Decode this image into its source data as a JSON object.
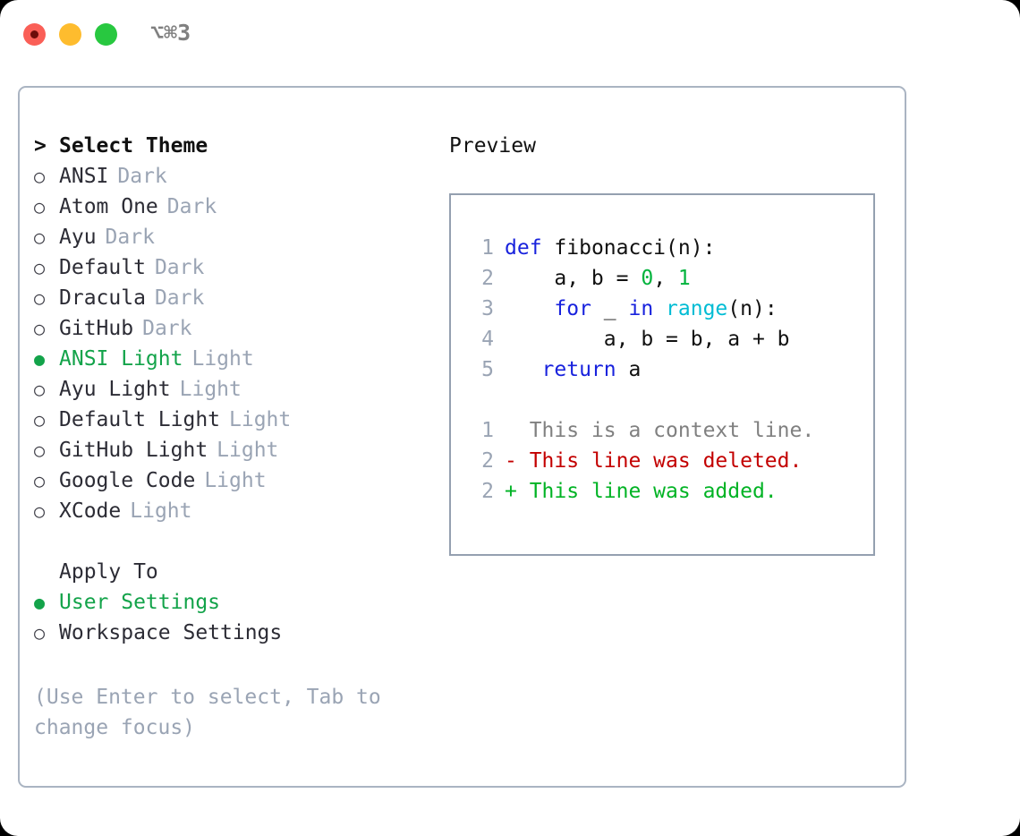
{
  "titlebar": {
    "shortcut": "⌥⌘3",
    "buttons": [
      {
        "name": "close",
        "color": "#fa5f57"
      },
      {
        "name": "minimize",
        "color": "#febc2e"
      },
      {
        "name": "maximize",
        "color": "#28c840"
      }
    ]
  },
  "theme_panel": {
    "header": {
      "marker": ">",
      "label": "Select Theme"
    },
    "items": [
      {
        "marker": "○",
        "label": "ANSI",
        "variant": "Dark",
        "selected": false
      },
      {
        "marker": "○",
        "label": "Atom One",
        "variant": "Dark",
        "selected": false
      },
      {
        "marker": "○",
        "label": "Ayu",
        "variant": "Dark",
        "selected": false
      },
      {
        "marker": "○",
        "label": "Default",
        "variant": "Dark",
        "selected": false
      },
      {
        "marker": "○",
        "label": "Dracula",
        "variant": "Dark",
        "selected": false
      },
      {
        "marker": "○",
        "label": "GitHub",
        "variant": "Dark",
        "selected": false
      },
      {
        "marker": "●",
        "label": "ANSI Light",
        "variant": "Light",
        "selected": true
      },
      {
        "marker": "○",
        "label": "Ayu Light",
        "variant": "Light",
        "selected": false
      },
      {
        "marker": "○",
        "label": "Default Light",
        "variant": "Light",
        "selected": false
      },
      {
        "marker": "○",
        "label": "GitHub Light",
        "variant": "Light",
        "selected": false
      },
      {
        "marker": "○",
        "label": "Google Code",
        "variant": "Light",
        "selected": false
      },
      {
        "marker": "○",
        "label": "XCode",
        "variant": "Light",
        "selected": false
      }
    ]
  },
  "apply_to": {
    "header": "Apply To",
    "options": [
      {
        "marker": "●",
        "label": "User Settings",
        "selected": true
      },
      {
        "marker": "○",
        "label": "Workspace Settings",
        "selected": false
      }
    ]
  },
  "hint": "(Use Enter to select, Tab to change focus)",
  "preview": {
    "title": "Preview",
    "code_lines": [
      {
        "number": "1",
        "tokens": [
          {
            "text": "def",
            "kind": "kw"
          },
          {
            "text": " ",
            "kind": "id"
          },
          {
            "text": "fibonacci(n):",
            "kind": "id"
          }
        ]
      },
      {
        "number": "2",
        "tokens": [
          {
            "text": "    a, b = ",
            "kind": "id"
          },
          {
            "text": "0",
            "kind": "num"
          },
          {
            "text": ", ",
            "kind": "id"
          },
          {
            "text": "1",
            "kind": "num"
          }
        ]
      },
      {
        "number": "3",
        "tokens": [
          {
            "text": "    ",
            "kind": "id"
          },
          {
            "text": "for",
            "kind": "kw"
          },
          {
            "text": " _ ",
            "kind": "id"
          },
          {
            "text": "in",
            "kind": "kw"
          },
          {
            "text": " ",
            "kind": "id"
          },
          {
            "text": "range",
            "kind": "fn"
          },
          {
            "text": "(n):",
            "kind": "id"
          }
        ]
      },
      {
        "number": "4",
        "tokens": [
          {
            "text": "        a, b = b, a + b",
            "kind": "id"
          }
        ]
      },
      {
        "number": "5",
        "tokens": [
          {
            "text": "   ",
            "kind": "id"
          },
          {
            "text": "return",
            "kind": "kw"
          },
          {
            "text": " a",
            "kind": "id"
          }
        ]
      }
    ],
    "diff_lines": [
      {
        "number": "1",
        "marker": " ",
        "text": "This is a context line.",
        "kind": "ctx"
      },
      {
        "number": "2",
        "marker": "-",
        "text": "This line was deleted.",
        "kind": "del"
      },
      {
        "number": "2",
        "marker": "+",
        "text": "This line was added.",
        "kind": "add"
      }
    ]
  },
  "colors": {
    "accent_green": "#13a34a",
    "muted": "#9aa4b4",
    "border": "#aab4c2",
    "preview_border": "#94a0b0",
    "keyword": "#1822dd",
    "function": "#00bcd4",
    "number": "#00b33c",
    "diff_delete": "#c30000",
    "diff_add": "#00b324"
  }
}
